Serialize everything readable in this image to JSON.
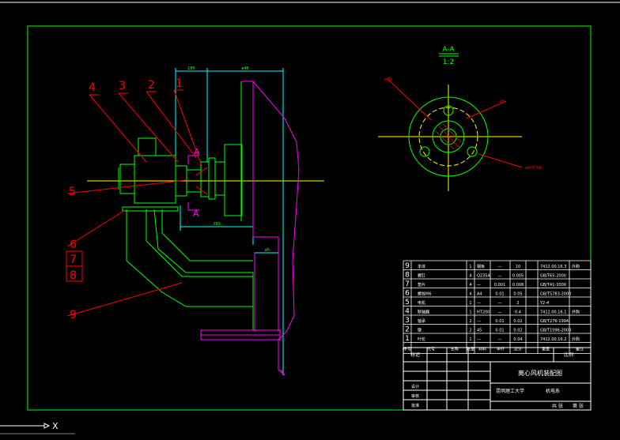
{
  "section": {
    "label": "A-A",
    "scale": "1:2"
  },
  "balloons": [
    "1",
    "2",
    "3",
    "4",
    "5",
    "6",
    "7",
    "8",
    "9"
  ],
  "view_markers": {
    "top": "A",
    "bottom": "A"
  },
  "dimensions": {
    "d1": "185",
    "d2": "ø48",
    "d3": "280",
    "d4": "ø5",
    "d5": "ø70",
    "d6": "ø8",
    "d7": "ø8H7/k6"
  },
  "ucs": {
    "x_label": "X"
  },
  "bom": {
    "rows": [
      {
        "no": "9",
        "name": "本体",
        "qty": "1",
        "mat": "钢板",
        "w1": "—",
        "w2": "10",
        "std": "7412.00.16.3",
        "note": "外购"
      },
      {
        "no": "8",
        "name": "螺钉",
        "qty": "4",
        "mat": "Q235A",
        "w1": "—",
        "w2": "0.005",
        "std": "GB/T65-2000",
        "note": ""
      },
      {
        "no": "7",
        "name": "垫片",
        "qty": "4",
        "mat": "—",
        "w1": "0.001",
        "w2": "0.008",
        "std": "GB/T41-2000",
        "note": ""
      },
      {
        "no": "6",
        "name": "螺栓M6",
        "qty": "4",
        "mat": "A4",
        "w1": "0.01",
        "w2": "0.05",
        "std": "GB/T5783-2000",
        "note": ""
      },
      {
        "no": "5",
        "name": "电机",
        "qty": "1",
        "mat": "—",
        "w1": "—",
        "w2": "2",
        "std": "Y2-4",
        "note": ""
      },
      {
        "no": "4",
        "name": "联轴器",
        "qty": "1",
        "mat": "HT200",
        "w1": "—",
        "w2": "0.4",
        "std": "7412.00.16.1",
        "note": "外购"
      },
      {
        "no": "3",
        "name": "轴承",
        "qty": "2",
        "mat": "—",
        "w1": "0.01",
        "w2": "0.02",
        "std": "GB/T276-1994",
        "note": ""
      },
      {
        "no": "2",
        "name": "键",
        "qty": "2",
        "mat": "45",
        "w1": "0.01",
        "w2": "0.02",
        "std": "GB/T1096-2003",
        "note": ""
      },
      {
        "no": "1",
        "name": "叶轮",
        "qty": "1",
        "mat": "—",
        "w1": "—",
        "w2": "0.04",
        "std": "7412.00.16.2",
        "note": "外购"
      }
    ],
    "header": [
      "序号",
      "代号",
      "名称",
      "数量",
      "材料",
      "单件",
      "总计",
      "重量",
      "备注"
    ]
  },
  "title_block": {
    "drawing_title": "离心风机装配图",
    "school": "昆明理工大学",
    "dept": "机电系",
    "mark": "标记",
    "scale": "比例",
    "sheet": "共  张",
    "sheet2": "第  张",
    "designer": "设计",
    "checker": "审核",
    "approve": "批准"
  },
  "colors": {
    "border": "#00ff00",
    "red": "#ff0000",
    "magenta": "#ff00ff",
    "yellow": "#ffff00",
    "cyan": "#00ffff",
    "white": "#ffffff",
    "green": "#00ff00"
  }
}
